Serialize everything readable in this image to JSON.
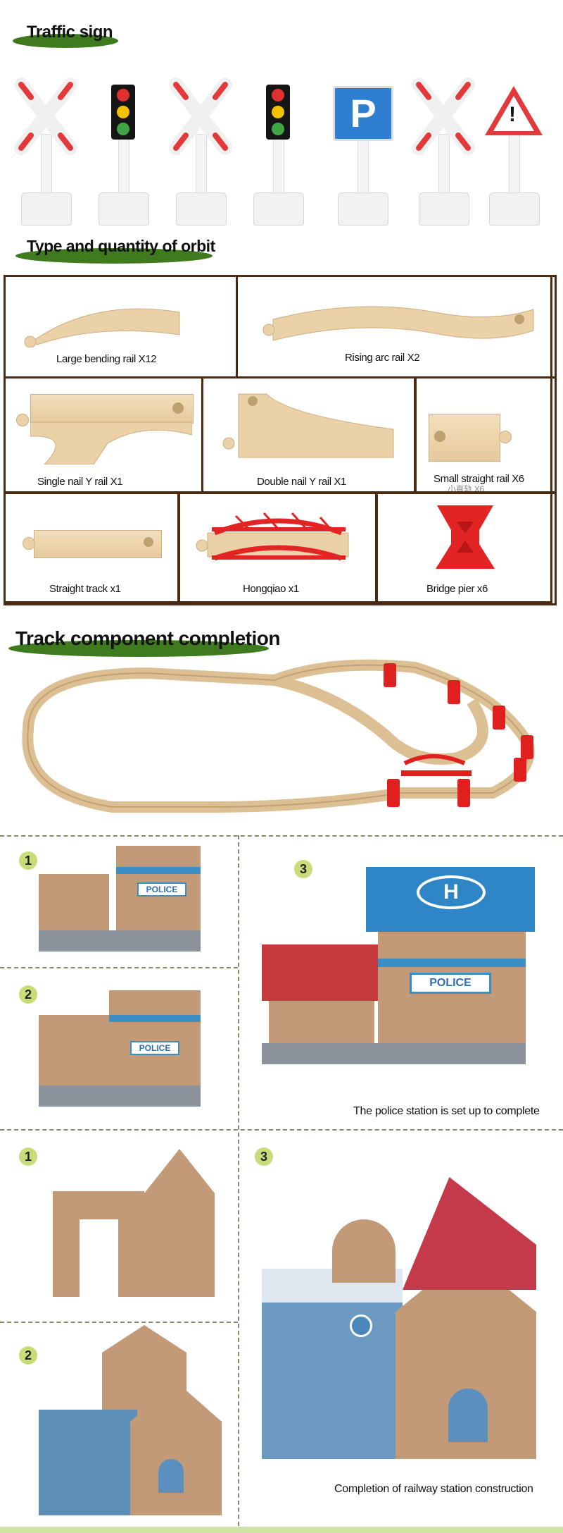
{
  "sections": {
    "traffic_sign": "Traffic sign",
    "orbit": "Type and quantity of orbit",
    "completion": "Track component completion"
  },
  "signs": [
    {
      "type": "crossing-sign"
    },
    {
      "type": "traffic-light"
    },
    {
      "type": "crossing-sign"
    },
    {
      "type": "traffic-light"
    },
    {
      "type": "parking-sign",
      "text": "P"
    },
    {
      "type": "crossing-sign"
    },
    {
      "type": "warning-sign",
      "text": "!"
    }
  ],
  "tracks": {
    "large_bending": "Large bending rail X12",
    "rising_arc": "Rising arc rail X2",
    "single_nail_y": "Single nail Y rail X1",
    "double_nail_y": "Double nail Y rail X1",
    "small_straight": "Small straight rail X6",
    "small_straight_overlay": "小直轨 X6",
    "straight_track": "Straight track x1",
    "hongqiao": "Hongqiao x1",
    "bridge_pier": "Bridge pier x6"
  },
  "steps": {
    "police": [
      "1",
      "2",
      "3"
    ],
    "station": [
      "1",
      "2",
      "3"
    ]
  },
  "police_label": "POLICE",
  "police_caption": "The police station is set up to complete",
  "station_caption": "Completion of railway station construction",
  "helipad_text": "H",
  "colors": {
    "green_pill": "#3f7a1e",
    "frame_brown": "#4a2a12",
    "red": "#e23a3a",
    "blue": "#2f86c7",
    "wood": "#ead1a8",
    "cardboard": "#c29a78"
  }
}
